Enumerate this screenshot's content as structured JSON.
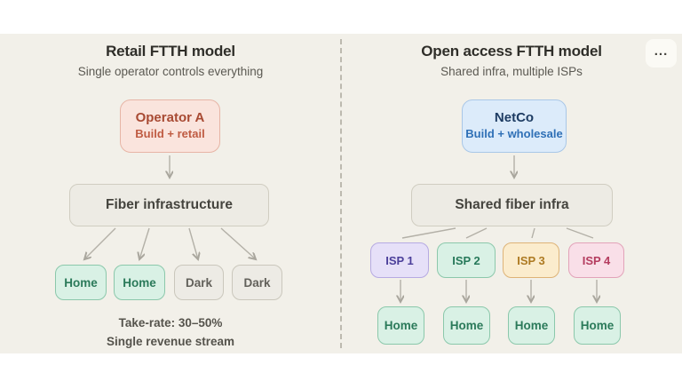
{
  "toolbar": {
    "menu_label": "..."
  },
  "left": {
    "title": "Retail FTTH model",
    "subtitle": "Single operator controls everything",
    "operator": {
      "name": "Operator A",
      "role": "Build + retail"
    },
    "infra": "Fiber infrastructure",
    "endpoints": [
      {
        "label": "Home",
        "type": "home"
      },
      {
        "label": "Home",
        "type": "home"
      },
      {
        "label": "Dark",
        "type": "dark"
      },
      {
        "label": "Dark",
        "type": "dark"
      }
    ],
    "note_line1": "Take-rate: 30–50%",
    "note_line2": "Single revenue stream"
  },
  "right": {
    "title": "Open access FTTH model",
    "subtitle": "Shared infra, multiple ISPs",
    "operator": {
      "name": "NetCo",
      "role": "Build + wholesale"
    },
    "infra": "Shared fiber infra",
    "isps": [
      {
        "label": "ISP 1"
      },
      {
        "label": "ISP 2"
      },
      {
        "label": "ISP 3"
      },
      {
        "label": "ISP 4"
      }
    ],
    "homes": [
      {
        "label": "Home"
      },
      {
        "label": "Home"
      },
      {
        "label": "Home"
      },
      {
        "label": "Home"
      }
    ]
  },
  "colors": {
    "panel_bg": "#f2f0e9",
    "divider": "#bcb9af",
    "arrow": "#b3b0a7",
    "operator_a_bg": "#fae4dd",
    "operator_a_border": "#e7b5a6",
    "operator_a_text": "#a84a33",
    "netco_bg": "#dcebfa",
    "netco_border": "#a9c7e7",
    "netco_text": "#1e3c63",
    "infra_bg": "#edebe4",
    "infra_border": "#d0cdc1",
    "home_bg": "#d9f1e5",
    "home_border": "#8bc8ab",
    "home_text": "#2b7a5a",
    "dark_bg": "#edebe5",
    "dark_border": "#cac7bc",
    "dark_text": "#62605a",
    "isp1_text": "#4b3f9a",
    "isp2_text": "#27795a",
    "isp3_text": "#ad7a22",
    "isp4_text": "#b43c5f"
  }
}
